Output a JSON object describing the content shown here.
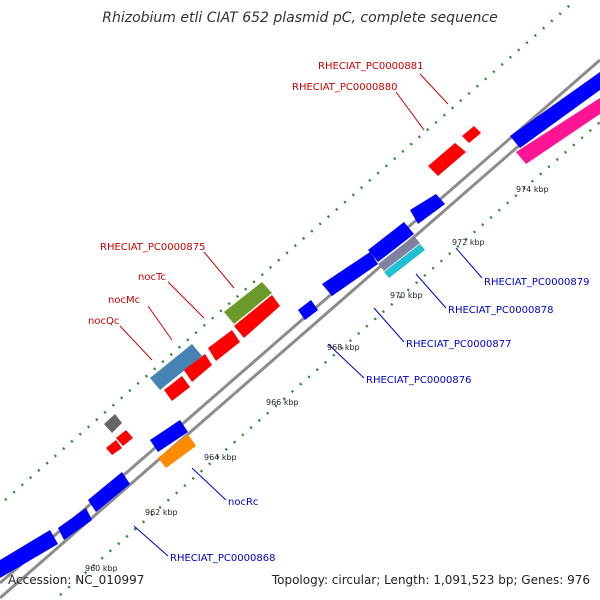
{
  "title": "Rhizobium etli CIAT 652 plasmid pC, complete sequence",
  "accession": "Accession: NC_010997",
  "summary": "Topology: circular; Length: 1,091,523 bp; Genes: 976",
  "colors": {
    "backbone": "#8c8c8c",
    "reverse_gene": "#ff0000",
    "forward_gene": "#0000ff",
    "reverse_label": "#cc0000",
    "forward_label": "#0000cc",
    "tick": "#2e8b2e"
  },
  "tick_labels": [
    "960 kbp",
    "962 kbp",
    "964 kbp",
    "966 kbp",
    "968 kbp",
    "970 kbp",
    "972 kbp",
    "974 kbp"
  ],
  "gene_labels": {
    "red": [
      "RHECIAT_PC0000881",
      "RHECIAT_PC0000880",
      "RHECIAT_PC0000875",
      "nocTc",
      "nocMc",
      "nocQc"
    ],
    "blue": [
      "RHECIAT_PC0000879",
      "RHECIAT_PC0000878",
      "RHECIAT_PC0000877",
      "RHECIAT_PC0000876",
      "nocRc",
      "RHECIAT_PC0000868"
    ]
  }
}
